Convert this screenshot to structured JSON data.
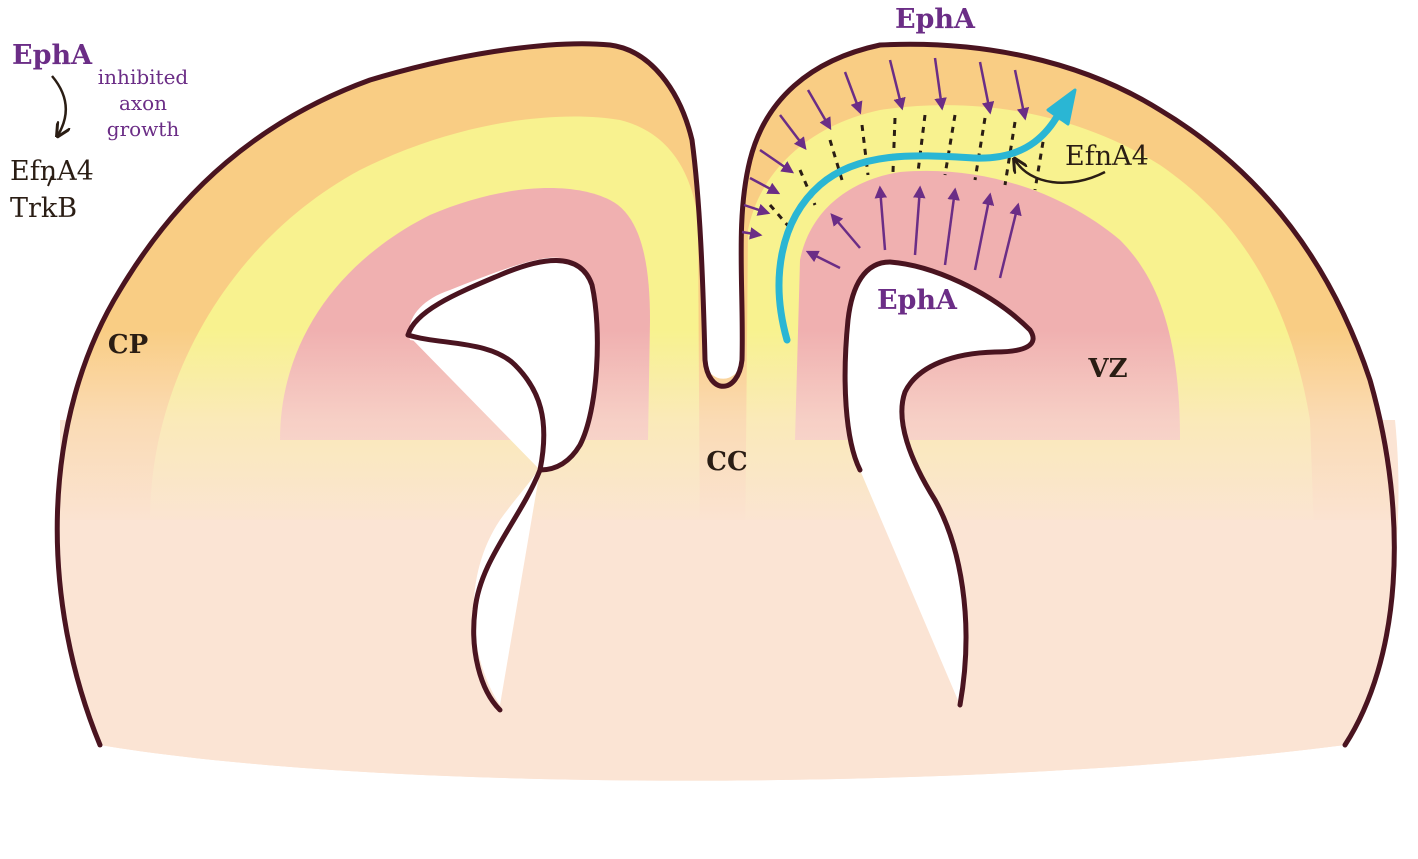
{
  "labels": {
    "legend_epha": "EphA",
    "legend_inhibited_1": "inhibited",
    "legend_inhibited_2": "axon",
    "legend_inhibited_3": "growth",
    "legend_efna4": "EfnA4",
    "legend_trkb": "TrkB",
    "top_epha": "EphA",
    "efna4": "EfnA4",
    "inner_epha": "EphA",
    "cp": "CP",
    "vz": "VZ",
    "cc": "CC"
  },
  "colors": {
    "outline": "#4a1420",
    "cortical_plate": "#f9cd84",
    "intermediate": "#f8f28f",
    "ventricular_zone": "#f0b0b0",
    "tissue": "#fbe4d4",
    "axon": "#2ab6d4",
    "ephA_arrow": "#6b2d86"
  }
}
